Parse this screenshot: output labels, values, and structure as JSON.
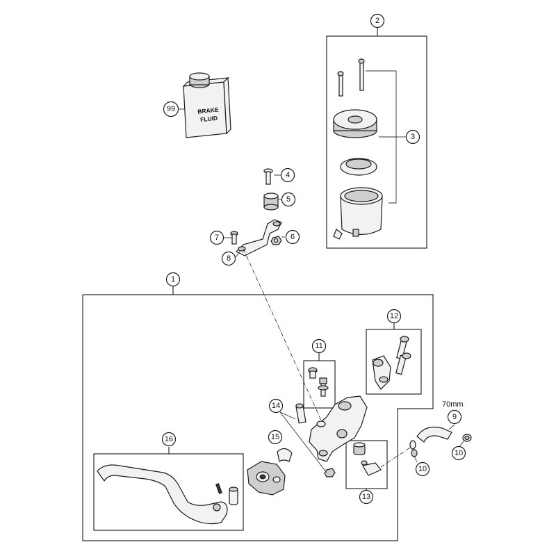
{
  "diagram": {
    "callouts": {
      "c1": "1",
      "c2": "2",
      "c3": "3",
      "c4": "4",
      "c5": "5",
      "c6": "6",
      "c7": "7",
      "c8": "8",
      "c9": "9",
      "c10a": "10",
      "c10b": "10",
      "c11": "11",
      "c12": "12",
      "c13": "13",
      "c14": "14",
      "c15": "15",
      "c16": "16",
      "c99": "99"
    },
    "dimension_label": "70mm",
    "bottle_label": {
      "line1": "BRAKE",
      "line2": "FLUID"
    }
  }
}
